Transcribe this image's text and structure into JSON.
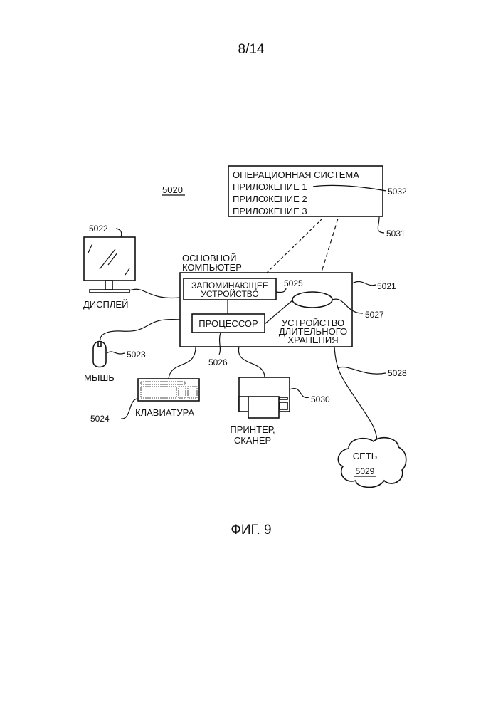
{
  "page_number": "8/14",
  "figure_label": "ФИГ. 9",
  "system_ref": "5020",
  "os_box": {
    "lines": [
      "ОПЕРАЦИОННАЯ СИСТЕМА",
      "ПРИЛОЖЕНИЕ 1",
      "ПРИЛОЖЕНИЕ 2",
      "ПРИЛОЖЕНИЕ 3"
    ],
    "ref_app": "5032",
    "ref_box": "5031"
  },
  "host": {
    "title_lines": [
      "ОСНОВНОЙ",
      "КОМПЬЮТЕР"
    ],
    "ref": "5021",
    "memory_lines": [
      "ЗАПОМИНАЮЩЕЕ",
      "УСТРОЙСТВО"
    ],
    "memory_ref": "5025",
    "processor": "ПРОЦЕССОР",
    "processor_ref": "5026",
    "storage_lines": [
      "УСТРОЙСТВО",
      "ДЛИТЕЛЬНОГО",
      "ХРАНЕНИЯ"
    ],
    "storage_ref": "5027"
  },
  "display": {
    "label": "ДИСПЛЕЙ",
    "ref": "5022"
  },
  "mouse": {
    "label": "МЫШЬ",
    "ref": "5023"
  },
  "keyboard": {
    "label": "КЛАВИАТУРА",
    "ref": "5024"
  },
  "printer": {
    "label_lines": [
      "ПРИНТЕР,",
      "СКАНЕР"
    ],
    "ref": "5030"
  },
  "network": {
    "label": "СЕТЬ",
    "ref": "5029",
    "link_ref": "5028"
  }
}
